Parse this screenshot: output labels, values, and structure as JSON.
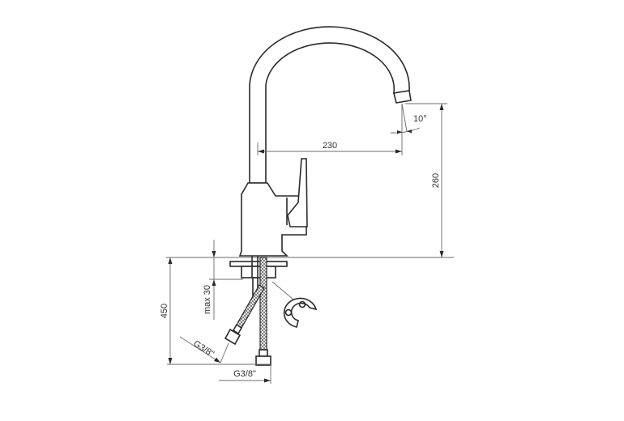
{
  "drawing": {
    "subject": "kitchen faucet technical dimension drawing (side view)",
    "colors": {
      "background": "#ffffff",
      "line": "#2a2a2a",
      "dimension": "#6b6b6b",
      "text": "#333333"
    },
    "dimensions": {
      "spout_reach": {
        "label": "230",
        "orientation": "horizontal"
      },
      "spout_height": {
        "label": "260",
        "orientation": "vertical"
      },
      "spout_angle": {
        "label": "10°",
        "orientation": "angular"
      },
      "total_hose_length": {
        "label": "450",
        "orientation": "vertical"
      },
      "max_countertop_thickness": {
        "label": "max 30",
        "orientation": "vertical"
      },
      "hose_connection_angled": {
        "label": "G3/8\"",
        "orientation": "diagonal"
      },
      "hose_connection_straight": {
        "label": "G3/8\"",
        "orientation": "horizontal"
      }
    },
    "parts": [
      {
        "name": "spout",
        "shape": "goose-neck arc"
      },
      {
        "name": "aerator",
        "shape": "rectangle at spout tip"
      },
      {
        "name": "faucet-body",
        "shape": "tapered column"
      },
      {
        "name": "lever-handle",
        "shape": "vertical lever"
      },
      {
        "name": "base-plate",
        "shape": "flat plate under countertop"
      },
      {
        "name": "flexible-hoses",
        "count": 2
      },
      {
        "name": "horseshoe-mounting-bracket",
        "shape": "C-shaped plate with holes"
      }
    ]
  }
}
